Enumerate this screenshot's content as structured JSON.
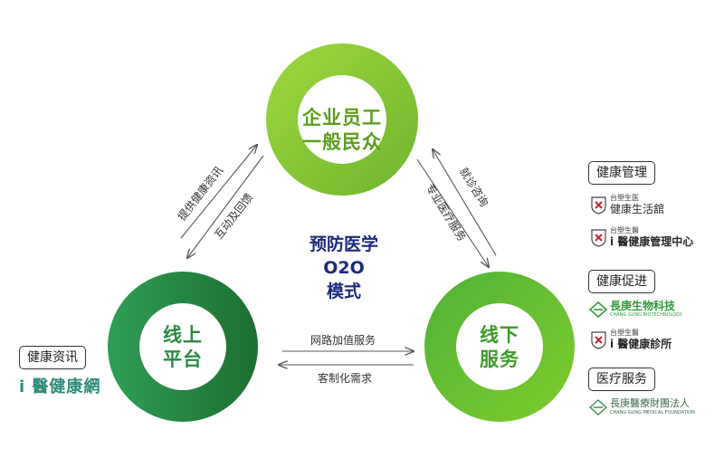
{
  "nodes": {
    "top": {
      "line1": "企业员工",
      "line2": "一般民众"
    },
    "left": {
      "line1": "线上",
      "line2": "平台"
    },
    "right": {
      "line1": "线下",
      "line2": "服务"
    }
  },
  "center": {
    "line1": "预防医学",
    "line2": "O2O",
    "line3": "模式"
  },
  "arrows": {
    "left_outer": "提供健康资讯",
    "left_inner": "互动及回馈",
    "right_outer": "就诊咨询",
    "right_inner": "专业医疗服务",
    "bottom_top": "网路加值服务",
    "bottom_bottom": "客制化需求"
  },
  "left_panel": {
    "box_label": "健康资讯",
    "logo_text": "i 醫健康網"
  },
  "right_panel": {
    "health_mgmt": {
      "label": "健康管理",
      "logo1_small": "台塑生医",
      "logo1_main": "健康生活舘",
      "logo2_small": "台塑生醫",
      "logo2_main": "i 醫健康管理中心"
    },
    "health_promo": {
      "label": "健康促进",
      "logo1_main": "長庚生物科技",
      "logo1_small": "CHANG GUNG BIOTECHNOLOGY",
      "logo2_small": "台塑生醫",
      "logo2_main": "i 醫健康診所"
    },
    "medical": {
      "label": "医疗服务",
      "logo_main": "長庚醫療財團法人",
      "logo_small": "CHANG GUNG MEDICAL FOUNDATION"
    }
  },
  "colors": {
    "top_ring": "#8cc63f",
    "left_ring_a": "#2e9a4d",
    "left_ring_b": "#1f7a36",
    "right_ring": "#6cbf2d",
    "center_text": "#1c2a7a"
  }
}
